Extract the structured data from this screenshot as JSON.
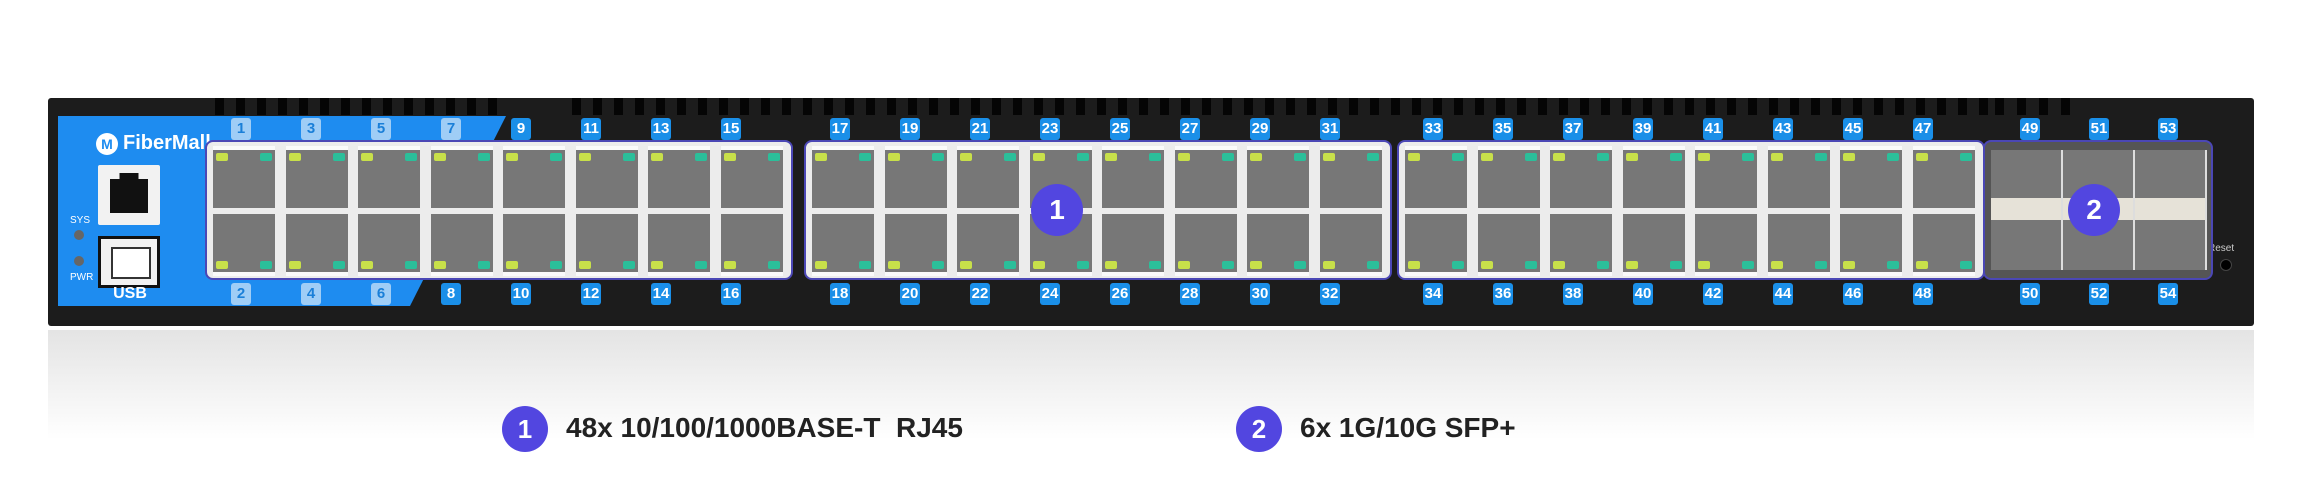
{
  "brand": "FiberMall",
  "panel": {
    "sys": "SYS",
    "pwr": "PWR",
    "usb": "USB",
    "reset": "Reset"
  },
  "groups": [
    {
      "top": [
        "1",
        "3",
        "5",
        "7",
        "9",
        "11",
        "13",
        "15"
      ],
      "bottom": [
        "2",
        "4",
        "6",
        "8",
        "10",
        "12",
        "14",
        "16"
      ]
    },
    {
      "top": [
        "17",
        "19",
        "21",
        "23",
        "25",
        "27",
        "29",
        "31"
      ],
      "bottom": [
        "18",
        "20",
        "22",
        "24",
        "26",
        "28",
        "30",
        "32"
      ]
    },
    {
      "top": [
        "33",
        "35",
        "37",
        "39",
        "41",
        "43",
        "45",
        "47"
      ],
      "bottom": [
        "34",
        "36",
        "38",
        "40",
        "42",
        "44",
        "46",
        "48"
      ]
    }
  ],
  "sfp": {
    "top": [
      "49",
      "51",
      "53"
    ],
    "bottom": [
      "50",
      "52",
      "54"
    ]
  },
  "callouts": [
    {
      "num": "1",
      "text": "48x 10/100/1000BASE-T  RJ45"
    },
    {
      "num": "2",
      "text": "6x 1G/10G SFP+"
    }
  ],
  "colors": {
    "accent": "#5246e0",
    "label": "#1a8fe8",
    "panel": "#1e8cf0"
  }
}
